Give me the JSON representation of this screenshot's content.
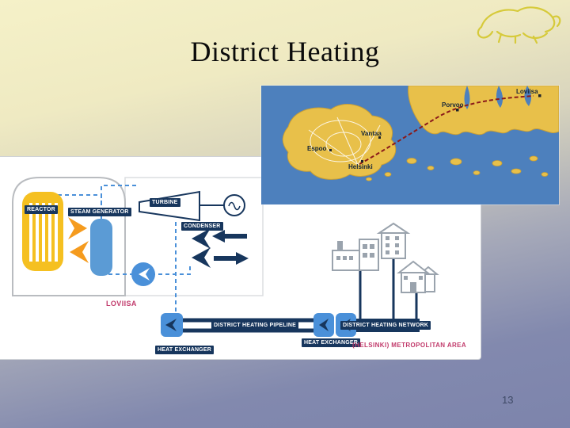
{
  "slide": {
    "title": "District Heating",
    "page_number": "13"
  },
  "map": {
    "places": {
      "loviisa": "Loviisa",
      "porvoo": "Porvoo",
      "vantaa": "Vantaa",
      "espoo": "Espoo",
      "helsinki": "Helsinki"
    }
  },
  "diagram": {
    "plant_label": "LOVIISA",
    "area_label": "(HELSINKI) METROPOLITAN AREA",
    "component_labels": {
      "reactor": "REACTOR",
      "steam_generator": "STEAM GENERATOR",
      "turbine": "TURBINE",
      "condenser": "CONDENSER",
      "district_heating_pipeline": "DISTRICT HEATING PIPELINE",
      "heat_exchanger_left": "HEAT EXCHANGER",
      "heat_exchanger_right": "HEAT EXCHANGER",
      "district_heating_network": "DISTRICT HEATING NETWORK"
    }
  },
  "colors": {
    "navy": "#17365D",
    "pipe_blue": "#4A90D9",
    "reactor_yellow": "#F5C021",
    "arrow_orange": "#F59B1E",
    "label_magenta": "#C13A6B",
    "sea_blue": "#4D80BD",
    "land_yellow": "#E8C04A",
    "route_red": "#8B1A1A",
    "logo_yellow": "#D6CA3A",
    "bg_top": "#F5F1C8",
    "bg_bottom": "#7D84AC"
  }
}
